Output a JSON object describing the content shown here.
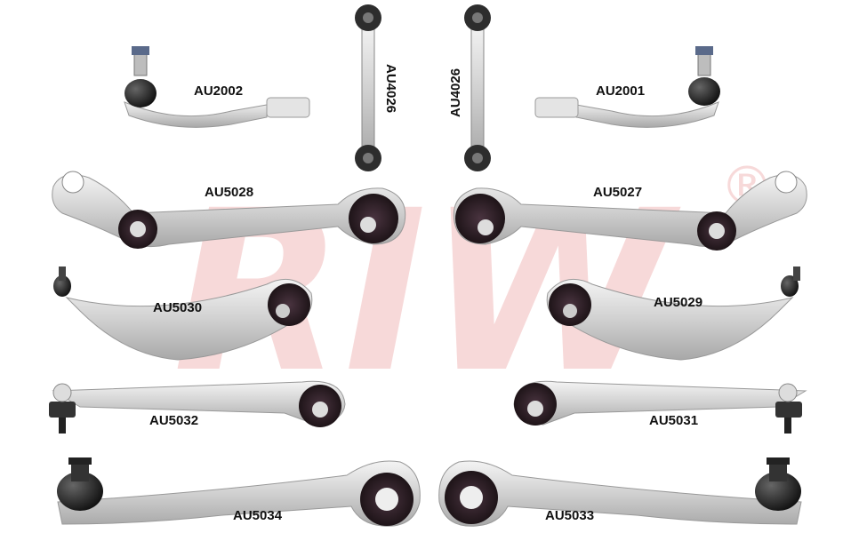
{
  "colors": {
    "background": "#ffffff",
    "watermark": "#f3c9c9",
    "metal_light": "#e6e6e6",
    "metal_mid": "#c4c4c4",
    "metal_dark": "#8e8e8e",
    "rubber": "#2a1d1d",
    "bushing_core": "#3a2430",
    "label": "#111111"
  },
  "watermark": {
    "text": "RIW",
    "mark": "®"
  },
  "parts": [
    {
      "code": "AU2002",
      "kind": "tie-rod-end-left"
    },
    {
      "code": "AU4026",
      "kind": "stabilizer-link-left"
    },
    {
      "code": "AU4026",
      "kind": "stabilizer-link-right"
    },
    {
      "code": "AU2001",
      "kind": "tie-rod-end-right"
    },
    {
      "code": "AU5028",
      "kind": "upper-control-arm-left"
    },
    {
      "code": "AU5027",
      "kind": "upper-control-arm-right"
    },
    {
      "code": "AU5030",
      "kind": "curved-arm-left"
    },
    {
      "code": "AU5029",
      "kind": "curved-arm-right"
    },
    {
      "code": "AU5032",
      "kind": "straight-arm-left"
    },
    {
      "code": "AU5031",
      "kind": "straight-arm-right"
    },
    {
      "code": "AU5034",
      "kind": "lower-arm-left"
    },
    {
      "code": "AU5033",
      "kind": "lower-arm-right"
    }
  ]
}
